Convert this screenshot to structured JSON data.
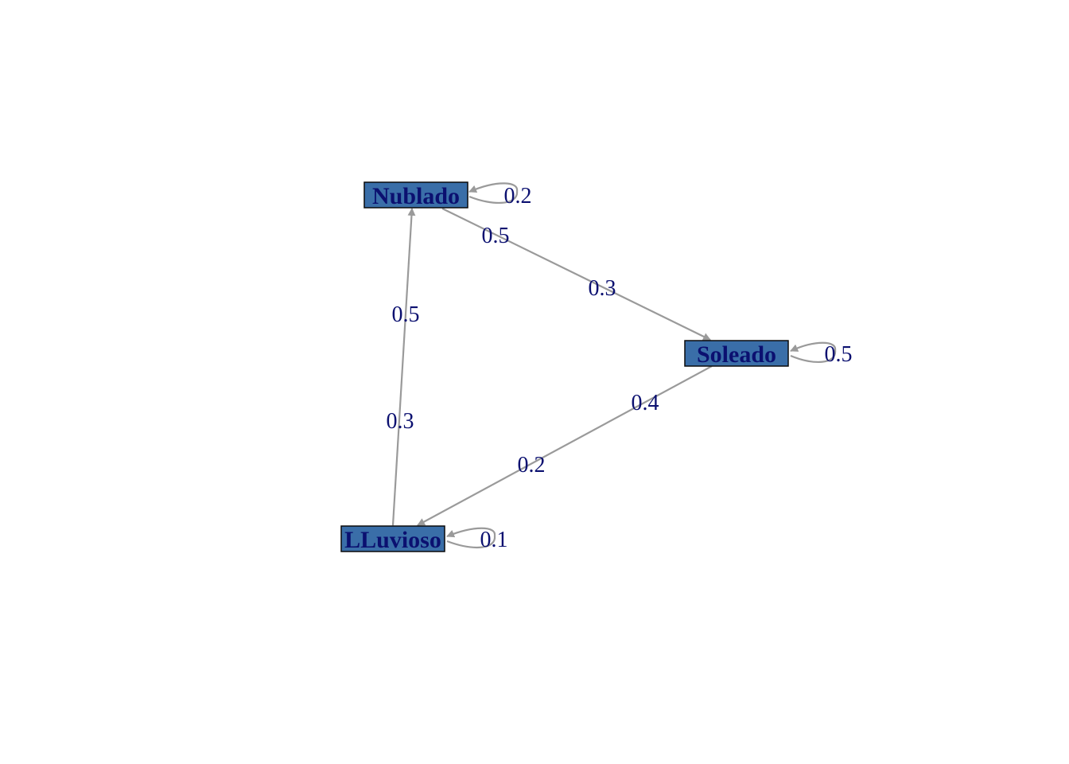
{
  "diagram": {
    "type": "markov-transition-graph",
    "nodes": [
      {
        "id": "nublado",
        "label": "Nublado"
      },
      {
        "id": "soleado",
        "label": "Soleado"
      },
      {
        "id": "lluvioso",
        "label": "LLuvioso"
      }
    ],
    "edges": [
      {
        "from": "nublado",
        "to": "nublado",
        "label": "0.2"
      },
      {
        "from": "nublado",
        "to": "soleado",
        "label": "0.5"
      },
      {
        "from": "nublado",
        "to": "lluvioso",
        "label": "0.3"
      },
      {
        "from": "soleado",
        "to": "soleado",
        "label": "0.5"
      },
      {
        "from": "soleado",
        "to": "nublado",
        "label": "0.3"
      },
      {
        "from": "soleado",
        "to": "lluvioso",
        "label": "0.2"
      },
      {
        "from": "lluvioso",
        "to": "lluvioso",
        "label": "0.1"
      },
      {
        "from": "lluvioso",
        "to": "nublado",
        "label": "0.5"
      },
      {
        "from": "lluvioso",
        "to": "soleado",
        "label": "0.4"
      }
    ],
    "colors": {
      "node_fill": "#3a6ea8",
      "node_border": "#0a0a0a",
      "label_text": "#0b1070",
      "edge": "#9a9a9a"
    }
  }
}
